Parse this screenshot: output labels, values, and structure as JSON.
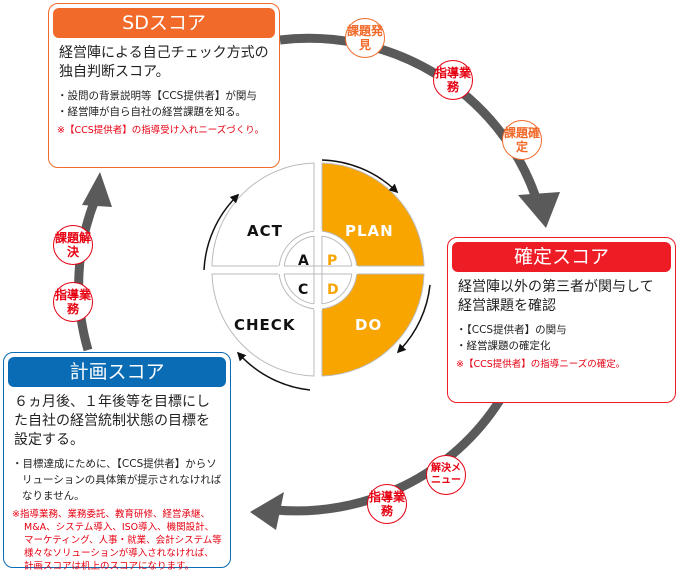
{
  "colors": {
    "sd": "#f26a2a",
    "kakutei": "#ee1c25",
    "keikaku": "#0a6cb4",
    "pdca_accent": "#f8a500",
    "arc": "#5a5a5a"
  },
  "sd": {
    "title": "SDスコア",
    "lead": "経営陣による自己チェック方式の独自判断スコア。",
    "items": [
      "・設問の背景説明等【CCS提供者】が関与",
      "・経営陣が自ら自社の経営課題を知る。"
    ],
    "note": "※【CCS提供者】の指導受け入れニーズづくり。"
  },
  "kakutei": {
    "title": "確定スコア",
    "lead": "経営陣以外の第三者が関与して経営課題を確認",
    "items": [
      "・【CCS提供者】の関与",
      "・経営課題の確定化"
    ],
    "note": "※【CCS提供者】の指導ニーズの確定。"
  },
  "keikaku": {
    "title": "計画スコア",
    "lead": "６ヵ月後、１年後等を目標にした自社の経営統制状態の目標を設定する。",
    "items": [
      "・目標達成にために、【CCS提供者】からソリューションの具体策が提示されなければなりません。"
    ],
    "note": "※指導業務、業務委託、教育研修、経営承継、M&A、システム導入、ISO導入、機関設計、マーケティング、人事・就業、会計システム等様々なソリューションが導入されなければ、計画スコアは机上のスコアになります。"
  },
  "bubbles": {
    "kadai_hakken": "課題発見",
    "shido1": "指導業務",
    "kadai_kakutei": "課題確定",
    "kaiketsu_menu": "解決メニュー",
    "shido2": "指導業務",
    "kadai_kaiketsu": "課題解決",
    "shido3": "指導業務"
  },
  "pdca": {
    "act": "ACT",
    "plan": "PLAN",
    "check": "CHECK",
    "do": "DO",
    "a": "A",
    "p": "P",
    "c": "C",
    "d": "D"
  }
}
